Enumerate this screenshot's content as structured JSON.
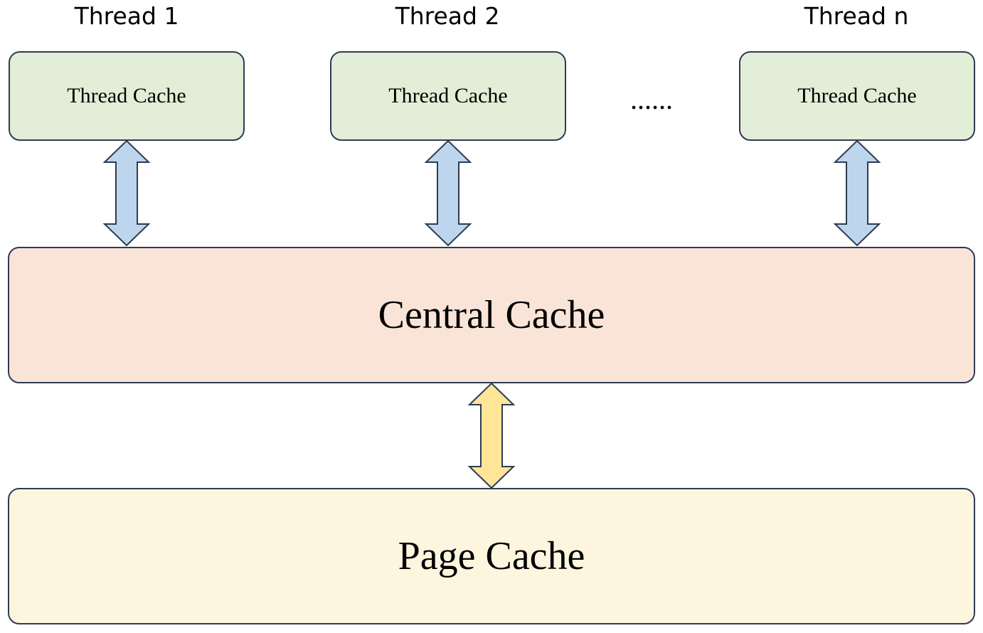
{
  "threads": [
    {
      "title": "Thread 1",
      "cache_label": "Thread Cache"
    },
    {
      "title": "Thread 2",
      "cache_label": "Thread Cache"
    },
    {
      "title": "Thread n",
      "cache_label": "Thread Cache"
    }
  ],
  "ellipsis": "......",
  "central_cache": {
    "label": "Central Cache"
  },
  "page_cache": {
    "label": "Page Cache"
  },
  "colors": {
    "thread_cache_fill": "#e2eed7",
    "central_cache_fill": "#fae4d8",
    "page_cache_fill": "#fdf5de",
    "thread_arrow_fill": "#bdd6ee",
    "page_arrow_fill": "#fee598",
    "outline": "#2f3b52"
  },
  "icons": {
    "thread_arrow": "double-vertical-arrow-icon",
    "page_arrow": "double-vertical-arrow-icon"
  }
}
